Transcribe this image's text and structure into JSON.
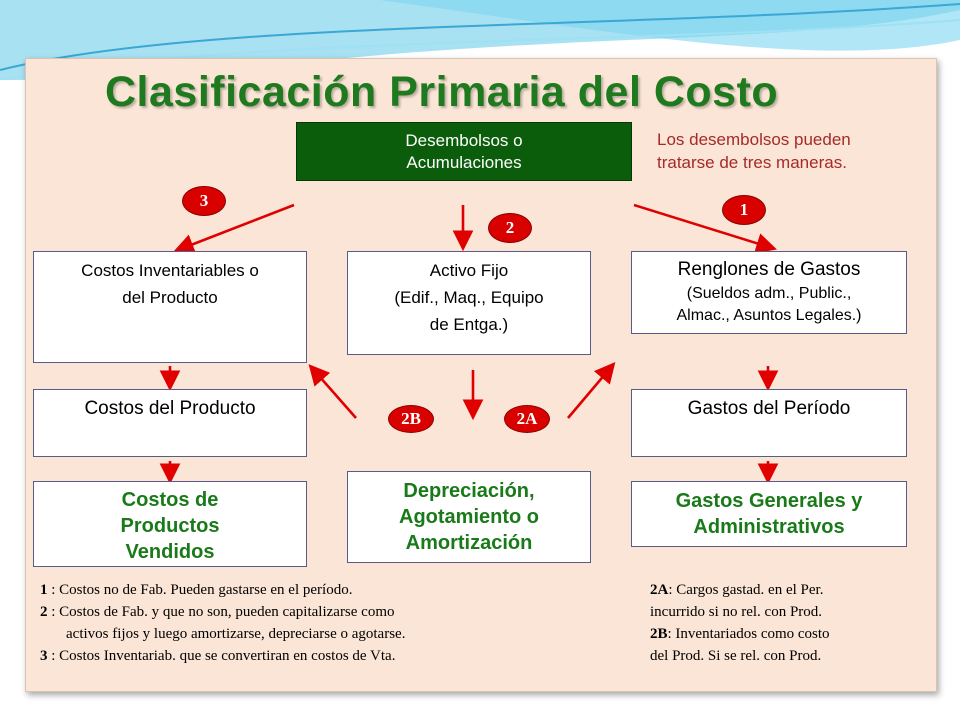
{
  "title": "Clasificación   Primaria  del  Costo",
  "source_box": {
    "line1": "Desembolsos o",
    "line2": "Acumulaciones"
  },
  "intro_note": {
    "line1": "Los desembolsos pueden",
    "line2": "tratarse de tres maneras."
  },
  "badges": {
    "b1": "1",
    "b2": "2",
    "b3": "3",
    "b2a": "2A",
    "b2b": "2B"
  },
  "boxes": {
    "inventariables": {
      "line1": "Costos Inventariables o",
      "line2": "del Producto"
    },
    "activo_fijo": {
      "line1": "Activo Fijo",
      "line2": "(Edif., Maq., Equipo",
      "line3": "de Entga.)"
    },
    "renglones": {
      "line1": "Renglones de Gastos",
      "line2": "(Sueldos adm., Public.,",
      "line3": "Almac., Asuntos Legales.)"
    },
    "costos_producto": {
      "line1": "Costos del Producto"
    },
    "gastos_periodo": {
      "line1": "Gastos del Período"
    },
    "costos_vendidos": {
      "line1": "Costos de",
      "line2": "Productos",
      "line3": "Vendidos"
    },
    "depreciacion": {
      "line1": "Depreciación,",
      "line2": "Agotamiento o",
      "line3": "Amortización"
    },
    "gastos_generales": {
      "line1": "Gastos Generales y",
      "line2": "Administrativos"
    }
  },
  "footnotes_left": [
    {
      "key": "1",
      "text": " : Costos no de Fab. Pueden gastarse en el período."
    },
    {
      "key": "2",
      "text": " : Costos de Fab. y que no son, pueden capitalizarse como"
    },
    {
      "key": "",
      "text": "activos fijos y luego amortizarse, depreciarse o agotarse."
    },
    {
      "key": "3",
      "text": " : Costos Inventariab. que se convertiran en costos de Vta."
    }
  ],
  "footnotes_right": [
    {
      "key": "2A",
      "text": ": Cargos gastad. en el Per."
    },
    {
      "key": "",
      "text": "incurrido si no rel. con  Prod."
    },
    {
      "key": "2B",
      "text": ": Inventariados como costo"
    },
    {
      "key": "",
      "text": "del Prod. Si se rel. con Prod."
    }
  ],
  "colors": {
    "panel_bg": "#fbe5d6",
    "title_green": "#1f7a1f",
    "source_box_green": "#0b5d0b",
    "arrow_red": "#e00000",
    "note_red": "#a52a2a",
    "result_green": "#1a7a1a"
  }
}
